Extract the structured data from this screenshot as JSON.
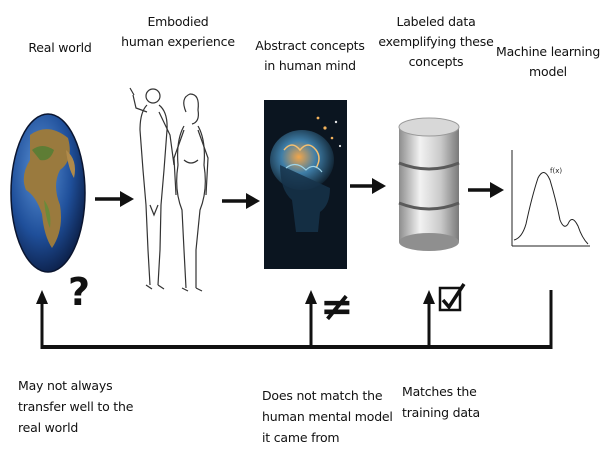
{
  "stages": {
    "real_world": "Real world",
    "embodied": [
      "Embodied",
      "human experience"
    ],
    "abstract": [
      "Abstract concepts",
      "in human mind"
    ],
    "labeled": [
      "Labeled data",
      "exemplifying these",
      "concepts"
    ],
    "model": [
      "Machine learning",
      "model"
    ]
  },
  "graph_label": "f(x)",
  "symbols": {
    "question": "?",
    "not_equal": "≠"
  },
  "notes": {
    "real_world": [
      "May not always",
      "transfer well to the",
      "real world"
    ],
    "mental_model": [
      "Does not match the",
      "human mental model",
      "it came from"
    ],
    "training": [
      "Matches the",
      "training data"
    ]
  }
}
